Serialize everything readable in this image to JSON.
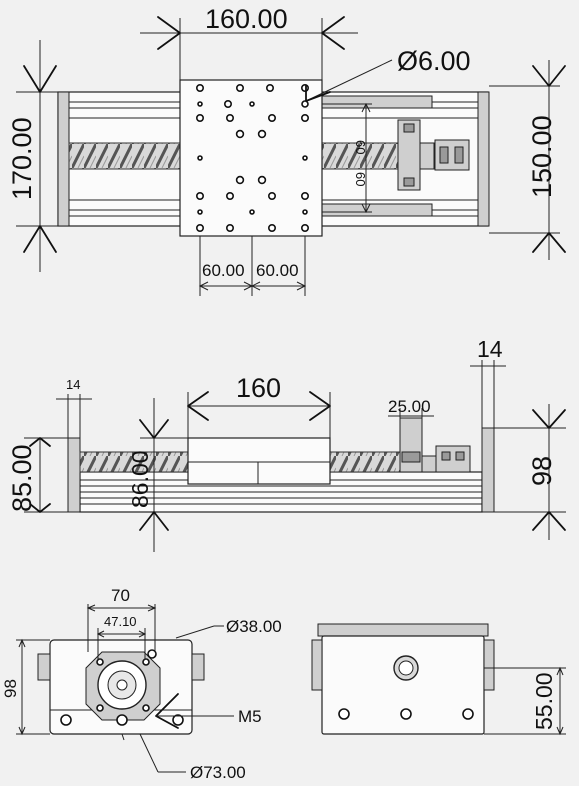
{
  "top_view": {
    "width_label": "160.00",
    "hole_label": "Ø6.00",
    "height_left_label": "170.00",
    "height_right_label": "150.00",
    "inner_label_upper": "60",
    "inner_label_lower": "60",
    "spacing_left_label": "60.00",
    "spacing_right_label": "60.00"
  },
  "side_view": {
    "end_plate_left_label": "14",
    "end_plate_right_label": "14",
    "carriage_label": "160",
    "bearing_label": "25.00",
    "height_left_label": "85.00",
    "height_middle_label": "86.00",
    "height_right_label": "98"
  },
  "end_view_left": {
    "width_label": "70",
    "inner_width_label": "47.10",
    "bore_label": "Ø38.00",
    "height_label": "98",
    "thread_label": "M5",
    "circle_label": "Ø73.00"
  },
  "end_view_right": {
    "height_label": "55.00"
  }
}
